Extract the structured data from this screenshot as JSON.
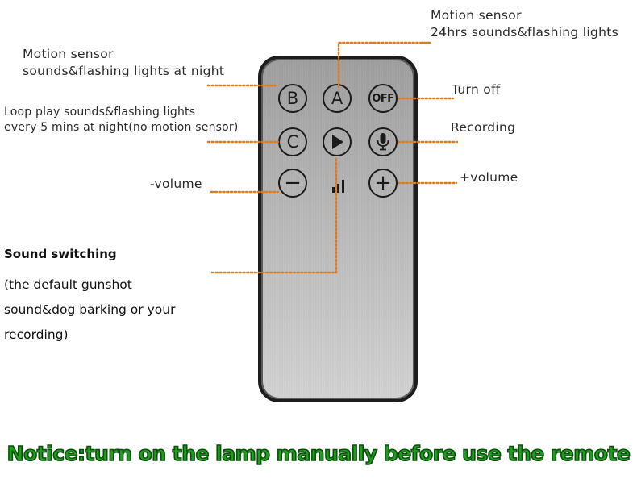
{
  "labels": {
    "a": [
      "Motion sensor",
      "24hrs sounds&flashing lights"
    ],
    "b": [
      "Motion sensor",
      "sounds&flashing lights at night"
    ],
    "c": [
      "Loop play sounds&flashing lights",
      "every 5 mins at night(no motion sensor)"
    ],
    "off": "Turn off",
    "recording": "Recording",
    "volume_down": "-volume",
    "volume_up": "+volume",
    "sound_switching_title": "Sound switching",
    "sound_switching_desc": [
      "(the default gunshot",
      "sound&dog barking or your",
      "recording)"
    ]
  },
  "remote": {
    "buttons": {
      "b": "B",
      "a": "A",
      "off": "OFF",
      "c": "C",
      "play": "▶",
      "mic": "mic-icon",
      "minus": "−",
      "plus": "+"
    },
    "colors": {
      "body": "#b5b5b5",
      "border": "#1d1d1d",
      "leader": "#e07a1f"
    }
  },
  "notice": "Notice:turn on the lamp manually before use the remote"
}
